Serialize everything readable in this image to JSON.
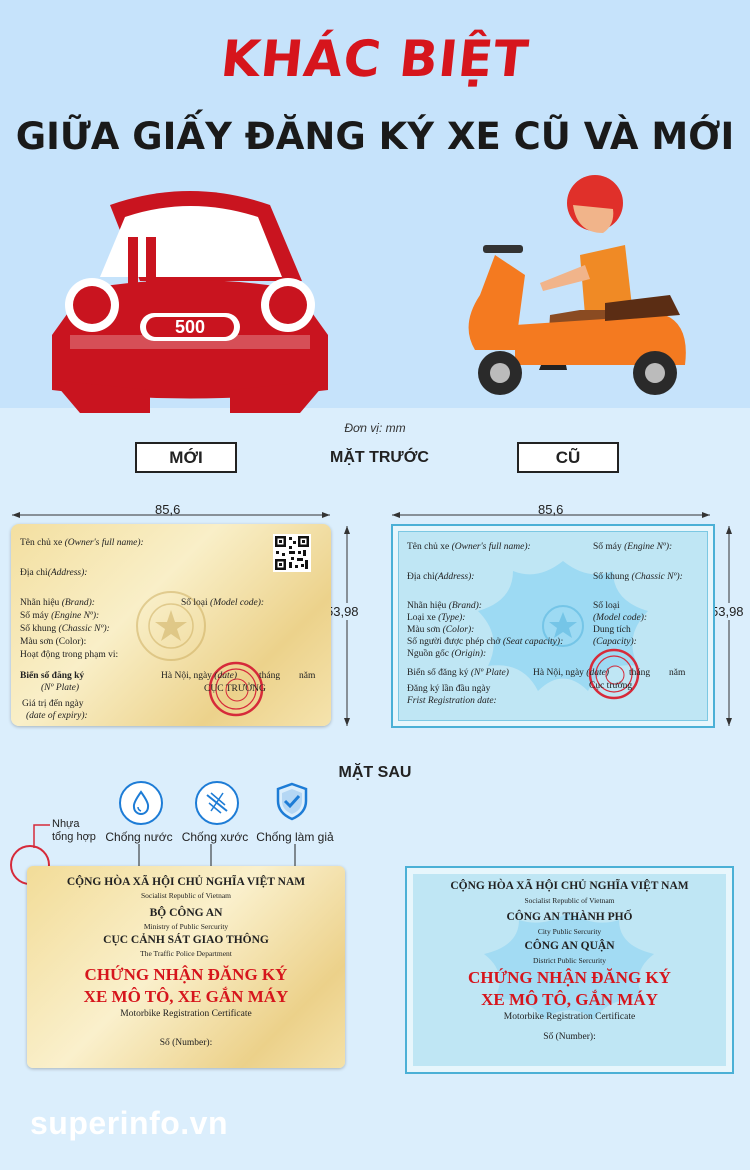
{
  "header": {
    "title": "KHÁC BIỆT",
    "subtitle": "GIỮA GIẤY ĐĂNG KÝ XE CŨ VÀ MỚI"
  },
  "unit_note": "Đơn vị: mm",
  "labels": {
    "new": "MỚI",
    "front": "MẶT TRƯỚC",
    "old": "CŨ",
    "back": "MẶT SAU"
  },
  "dimensions": {
    "width_new": "85,6",
    "height_new": "53,98",
    "width_old": "85,6",
    "height_old": "53,98"
  },
  "car_badge": "500",
  "new_front": {
    "owner_label": "Tên chủ xe",
    "owner_en": "(Owner's full name):",
    "address_label": "Địa chỉ",
    "address_en": "(Address):",
    "brand_label": "Nhãn hiệu",
    "brand_en": "(Brand):",
    "model_label": "Số loại",
    "model_en": "(Model code):",
    "engine_label": "Số máy",
    "engine_en": "(Engine Nº):",
    "chassis_label": "Số khung",
    "chassis_en": "(Chassic Nº):",
    "color_label": "Màu sơn (Color):",
    "scope_label": "Hoạt động trong phạm vi:",
    "plate_label": "Biển số đăng ký",
    "plate_en": "(Nº Plate)",
    "date_line_a": "Hà Nội, ngày",
    "date_word": "(date)",
    "month_word": "tháng",
    "year_word": "năm",
    "chief": "CỤC TRƯỞNG",
    "expiry_label": "Giá trị đến ngày",
    "expiry_en": "(date of expiry):"
  },
  "old_front": {
    "owner_label": "Tên chủ xe",
    "owner_en": "(Owner's full name):",
    "engine_label": "Số máy",
    "engine_en": "(Engine Nº):",
    "address_label": "Địa chỉ",
    "address_en": "(Address):",
    "chassis_label": "Số khung",
    "chassis_en": "(Chassic Nº):",
    "brand_label": "Nhãn hiệu",
    "brand_en": "(Brand):",
    "model_label": "Số loại",
    "model_en": "(Model code):",
    "type_label": "Loại xe",
    "type_en": "(Type):",
    "color_label": "Màu sơn",
    "color_en": "(Color):",
    "capacity_label": "Dung tích",
    "capacity_en": "(Capacity):",
    "seat_label": "Số người được phép chở",
    "seat_en": "(Seat capacity):",
    "origin_label": "Nguồn gốc",
    "origin_en": "(Origin):",
    "plate_label": "Biển số đăng ký",
    "plate_en": "(Nº Plate)",
    "date_line_a": "Hà Nội, ngày",
    "date_word": "(date)",
    "month_word": "tháng",
    "year_word": "năm",
    "chief": "Cục trưởng",
    "first_reg_label": "Đăng ký lần đầu ngày",
    "first_reg_en": "Frist Registration date:"
  },
  "features": {
    "material": "Nhựa tổng hợp",
    "items": [
      {
        "label": "Chống nước",
        "icon": "water-drop-icon"
      },
      {
        "label": "Chống xước",
        "icon": "scratch-icon"
      },
      {
        "label": "Chống làm giả",
        "icon": "shield-check-icon"
      }
    ]
  },
  "new_back": {
    "line1": "CỘNG HÒA XÃ HỘI CHỦ NGHĨA VIỆT NAM",
    "line1_en": "Socialist Republic of Vietnam",
    "line2": "BỘ CÔNG AN",
    "line2_en": "Ministry of Public Sercurity",
    "line3": "CỤC CẢNH SÁT GIAO THÔNG",
    "line3_en": "The Traffic Police Department",
    "cert1": "CHỨNG NHẬN ĐĂNG KÝ",
    "cert2": "XE MÔ TÔ, XE GẮN MÁY",
    "cert_en": "Motorbike Registration Certificate",
    "number": "Số (Number):"
  },
  "old_back": {
    "line1": "CỘNG HÒA XÃ HỘI CHỦ NGHĨA VIỆT NAM",
    "line1_en": "Socialist Republic of Vietnam",
    "line2": "CÔNG AN THÀNH PHỐ",
    "line2_en": "City Public Sercurity",
    "line3": "CÔNG AN QUẬN",
    "line3_en": "District Public Sercurity",
    "cert1": "CHỨNG NHẬN ĐĂNG KÝ",
    "cert2": "XE MÔ TÔ, GẮN MÁY",
    "cert_en": "Motorbike Registration Certificate",
    "number": "Số (Number):"
  },
  "brand": "superinfo.vn",
  "colors": {
    "title_red": "#d6151c",
    "stamp_red": "#d62a3a",
    "card_gold": "#f3dfa0",
    "card_blue": "#bfe6f4",
    "icon_blue": "#1d7cd6"
  }
}
